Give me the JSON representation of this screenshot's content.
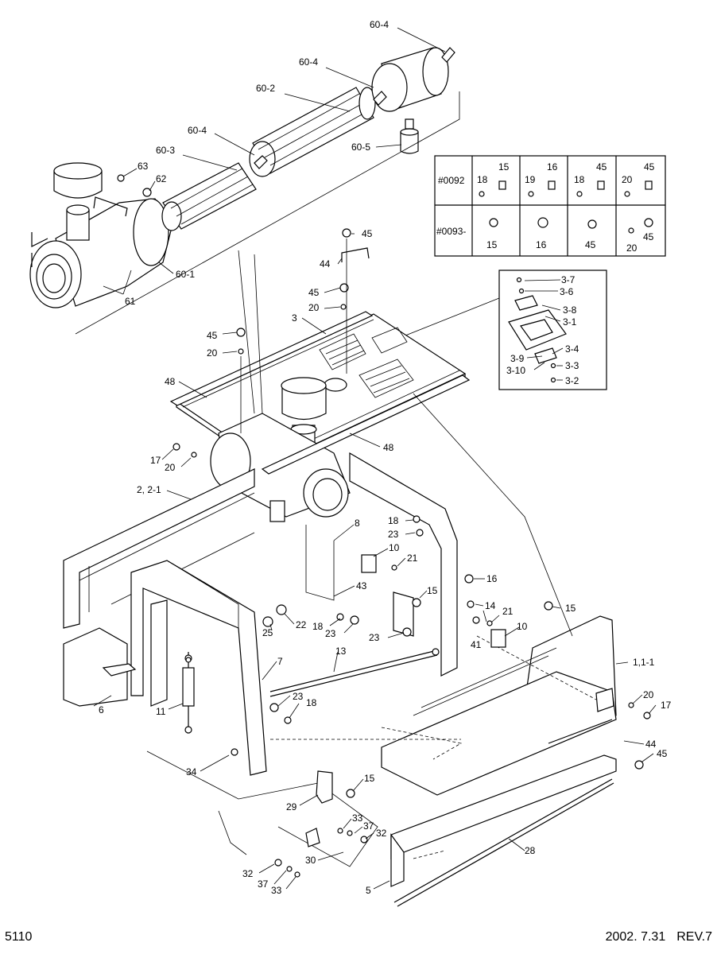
{
  "page_number": "5110",
  "revision": {
    "date": "2002.  7.31",
    "rev": "REV.7"
  },
  "table": {
    "row_labels": [
      "#0092",
      "#0093-"
    ],
    "cells": [
      [
        [
          "18",
          "15"
        ],
        [
          "19",
          "16"
        ],
        [
          "18",
          "45"
        ],
        [
          "20",
          "45"
        ]
      ],
      [
        [
          "15"
        ],
        [
          "16"
        ],
        [
          "45"
        ],
        [
          "20",
          "45"
        ]
      ]
    ]
  },
  "callouts": [
    {
      "id": "c-60-4-a",
      "text": "60-4"
    },
    {
      "id": "c-60-4-b",
      "text": "60-4"
    },
    {
      "id": "c-60-2",
      "text": "60-2"
    },
    {
      "id": "c-60-4-c",
      "text": "60-4"
    },
    {
      "id": "c-60-3",
      "text": "60-3"
    },
    {
      "id": "c-60-5",
      "text": "60-5"
    },
    {
      "id": "c-63",
      "text": "63"
    },
    {
      "id": "c-62",
      "text": "62"
    },
    {
      "id": "c-60-1",
      "text": "60-1"
    },
    {
      "id": "c-61",
      "text": "61"
    },
    {
      "id": "c-45-a",
      "text": "45"
    },
    {
      "id": "c-44-a",
      "text": "44"
    },
    {
      "id": "c-45-b",
      "text": "45"
    },
    {
      "id": "c-20-a",
      "text": "20"
    },
    {
      "id": "c-3",
      "text": "3"
    },
    {
      "id": "c-45-c",
      "text": "45"
    },
    {
      "id": "c-20-b",
      "text": "20"
    },
    {
      "id": "c-48-a",
      "text": "48"
    },
    {
      "id": "c-48-b",
      "text": "48"
    },
    {
      "id": "c-3-7",
      "text": "3-7"
    },
    {
      "id": "c-3-6",
      "text": "3-6"
    },
    {
      "id": "c-3-8",
      "text": "3-8"
    },
    {
      "id": "c-3-1",
      "text": "3-1"
    },
    {
      "id": "c-3-4",
      "text": "3-4"
    },
    {
      "id": "c-3-9",
      "text": "3-9"
    },
    {
      "id": "c-3-3",
      "text": "3-3"
    },
    {
      "id": "c-3-10",
      "text": "3-10"
    },
    {
      "id": "c-3-2",
      "text": "3-2"
    },
    {
      "id": "c-17-a",
      "text": "17"
    },
    {
      "id": "c-20-c",
      "text": "20"
    },
    {
      "id": "c-2-2-1",
      "text": "2, 2-1"
    },
    {
      "id": "c-18-a",
      "text": "18"
    },
    {
      "id": "c-23-a",
      "text": "23"
    },
    {
      "id": "c-8",
      "text": "8"
    },
    {
      "id": "c-10-a",
      "text": "10"
    },
    {
      "id": "c-21-a",
      "text": "21"
    },
    {
      "id": "c-43",
      "text": "43"
    },
    {
      "id": "c-16",
      "text": "16"
    },
    {
      "id": "c-15-a",
      "text": "15"
    },
    {
      "id": "c-14",
      "text": "14"
    },
    {
      "id": "c-15-b",
      "text": "15"
    },
    {
      "id": "c-22",
      "text": "22"
    },
    {
      "id": "c-25",
      "text": "25"
    },
    {
      "id": "c-18-b",
      "text": "18"
    },
    {
      "id": "c-23-b",
      "text": "23"
    },
    {
      "id": "c-21-b",
      "text": "21"
    },
    {
      "id": "c-41",
      "text": "41"
    },
    {
      "id": "c-10-b",
      "text": "10"
    },
    {
      "id": "c-23-c",
      "text": "23"
    },
    {
      "id": "c-1-1-1",
      "text": "1,1-1"
    },
    {
      "id": "c-13",
      "text": "13"
    },
    {
      "id": "c-7",
      "text": "7"
    },
    {
      "id": "c-6",
      "text": "6"
    },
    {
      "id": "c-11",
      "text": "11"
    },
    {
      "id": "c-23-d",
      "text": "23"
    },
    {
      "id": "c-18-c",
      "text": "18"
    },
    {
      "id": "c-20-d",
      "text": "20"
    },
    {
      "id": "c-17-b",
      "text": "17"
    },
    {
      "id": "c-44-b",
      "text": "44"
    },
    {
      "id": "c-45-d",
      "text": "45"
    },
    {
      "id": "c-34",
      "text": "34"
    },
    {
      "id": "c-15-c",
      "text": "15"
    },
    {
      "id": "c-29",
      "text": "29"
    },
    {
      "id": "c-33-a",
      "text": "33"
    },
    {
      "id": "c-37-a",
      "text": "37"
    },
    {
      "id": "c-32-a",
      "text": "32"
    },
    {
      "id": "c-28",
      "text": "28"
    },
    {
      "id": "c-30",
      "text": "30"
    },
    {
      "id": "c-32-b",
      "text": "32"
    },
    {
      "id": "c-37-b",
      "text": "37"
    },
    {
      "id": "c-33-b",
      "text": "33"
    },
    {
      "id": "c-5",
      "text": "5"
    }
  ]
}
